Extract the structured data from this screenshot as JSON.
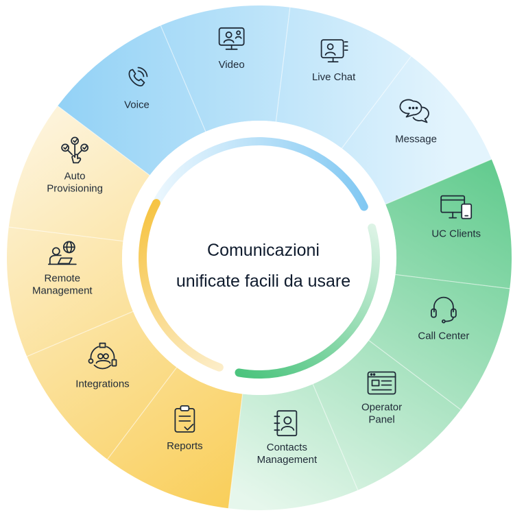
{
  "center": {
    "line1": "Comunicazioni",
    "line2": "unificate facili da usare"
  },
  "colors": {
    "blue": "#8fd0f5",
    "blue_light": "#e3f4fd",
    "green": "#5cc98a",
    "green_light": "#e6f7ec",
    "yellow": "#f9cf5c",
    "yellow_light": "#fdf3d9"
  },
  "segments": [
    {
      "id": "voice",
      "lines": [
        "Voice"
      ],
      "icon": "phone-call-icon",
      "group": "blue"
    },
    {
      "id": "video",
      "lines": [
        "Video"
      ],
      "icon": "video-conference-icon",
      "group": "blue"
    },
    {
      "id": "live-chat",
      "lines": [
        "Live Chat"
      ],
      "icon": "live-chat-icon",
      "group": "blue"
    },
    {
      "id": "message",
      "lines": [
        "Message"
      ],
      "icon": "chat-bubbles-icon",
      "group": "blue"
    },
    {
      "id": "uc-clients",
      "lines": [
        "UC Clients"
      ],
      "icon": "desktop-mobile-icon",
      "group": "green"
    },
    {
      "id": "call-center",
      "lines": [
        "Call Center"
      ],
      "icon": "headset-icon",
      "group": "green"
    },
    {
      "id": "operator-panel",
      "lines": [
        "Operator",
        "Panel"
      ],
      "icon": "panel-window-icon",
      "group": "green"
    },
    {
      "id": "contacts-management",
      "lines": [
        "Contacts",
        "Management"
      ],
      "icon": "contact-book-icon",
      "group": "green"
    },
    {
      "id": "reports",
      "lines": [
        "Reports"
      ],
      "icon": "clipboard-check-icon",
      "group": "yellow"
    },
    {
      "id": "integrations",
      "lines": [
        "Integrations"
      ],
      "icon": "integration-network-icon",
      "group": "yellow"
    },
    {
      "id": "remote-management",
      "lines": [
        "Remote",
        "Management"
      ],
      "icon": "remote-globe-icon",
      "group": "yellow"
    },
    {
      "id": "auto-provisioning",
      "lines": [
        "Auto",
        "Provisioning"
      ],
      "icon": "auto-provision-icon",
      "group": "yellow"
    }
  ]
}
